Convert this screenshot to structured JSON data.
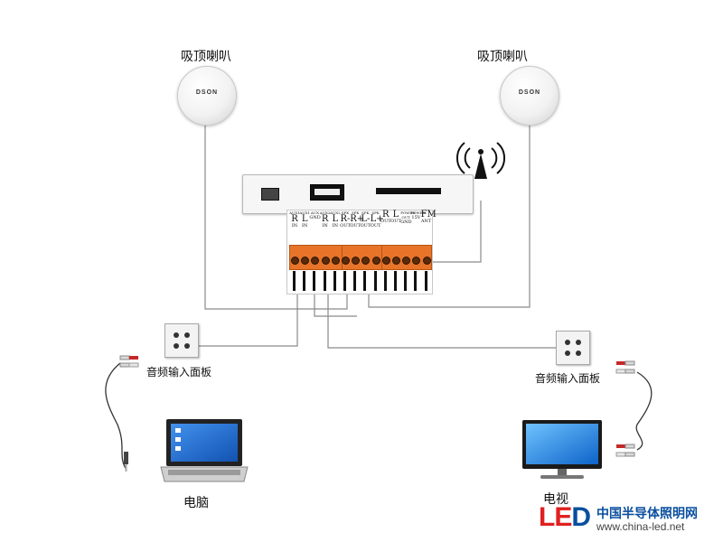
{
  "speakers": {
    "left_label": "吸顶喇叭",
    "right_label": "吸顶喇叭",
    "brand": "DSON"
  },
  "panels": {
    "left_label": "音频输入面板",
    "right_label": "音频输入面板"
  },
  "devices": {
    "laptop_label": "电脑",
    "tv_label": "电视"
  },
  "module": {
    "terminals": [
      {
        "main": "R",
        "sub": "IN",
        "top": "AUX1"
      },
      {
        "main": "L",
        "sub": "IN",
        "top": "AUX1"
      },
      {
        "main": "",
        "sub": "GND",
        "top": "AUX"
      },
      {
        "main": "R",
        "sub": "IN",
        "top": "AUX2"
      },
      {
        "main": "L",
        "sub": "IN",
        "top": "AUX2"
      },
      {
        "main": "R-",
        "sub": "OUT",
        "top": "SPK"
      },
      {
        "main": "R+",
        "sub": "OUT",
        "top": "SPK"
      },
      {
        "main": "L-",
        "sub": "OUT",
        "top": "SPK"
      },
      {
        "main": "L+",
        "sub": "OUT",
        "top": "SPK"
      },
      {
        "main": "R",
        "sub": "OUT",
        "top": ""
      },
      {
        "main": "L",
        "sub": "OUT",
        "top": ""
      },
      {
        "main": "",
        "sub": "GND",
        "top": "POWER OUT"
      },
      {
        "main": "",
        "sub": "15V",
        "top": "POWER"
      },
      {
        "main": "FM",
        "sub": "ANT",
        "top": ""
      }
    ]
  },
  "watermark": {
    "logo_l": "L",
    "logo_e": "E",
    "logo_d": "D",
    "site_name": "中国半导体照明网",
    "url": "www.china-led.net"
  },
  "colors": {
    "terminal_orange": "#e8742a",
    "wire": "#8a8a8a",
    "logo_red": "#e02020",
    "logo_blue": "#0a4f9f"
  }
}
